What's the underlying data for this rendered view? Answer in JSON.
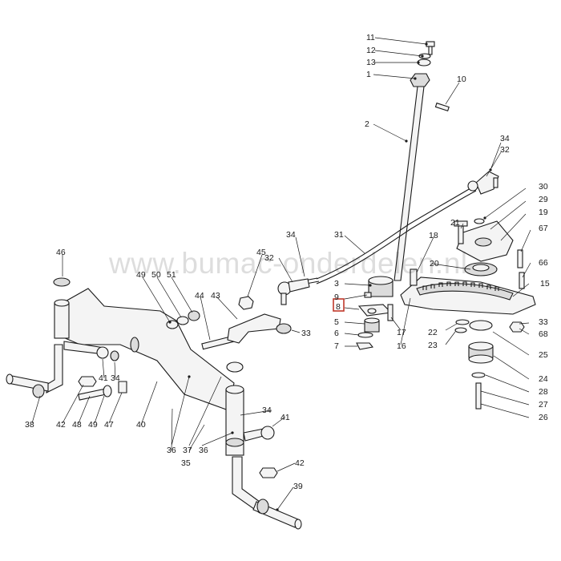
{
  "watermark": "www.bumac-onderdelen.nl",
  "highlight_label": "8",
  "labels": {
    "l11": "11",
    "l12": "12",
    "l13": "13",
    "l1": "1",
    "l10": "10",
    "l2": "2",
    "l34a": "34",
    "l32a": "32",
    "l30": "30",
    "l29": "29",
    "l19": "19",
    "l67": "67",
    "l66": "66",
    "l15": "15",
    "l21": "21",
    "l18": "18",
    "l20": "20",
    "l31": "31",
    "l34b": "34",
    "l32b": "32",
    "l3": "3",
    "l9": "9",
    "l8": "8",
    "l5": "5",
    "l6": "6",
    "l7": "7",
    "l17": "17",
    "l16": "16",
    "l22": "22",
    "l23": "23",
    "l33a": "33",
    "l68": "68",
    "l25": "25",
    "l24": "24",
    "l28": "28",
    "l27": "27",
    "l26": "26",
    "l46": "46",
    "l49a": "49",
    "l50": "50",
    "l51": "51",
    "l44": "44",
    "l43": "43",
    "l45": "45",
    "l33b": "33",
    "l41a": "41",
    "l34c": "34",
    "l38": "38",
    "l42a": "42",
    "l48": "48",
    "l49b": "49",
    "l47": "47",
    "l40": "40",
    "l36a": "36",
    "l37": "37",
    "l36b": "36",
    "l35": "35",
    "l34d": "34",
    "l41b": "41",
    "l42b": "42",
    "l39": "39"
  }
}
